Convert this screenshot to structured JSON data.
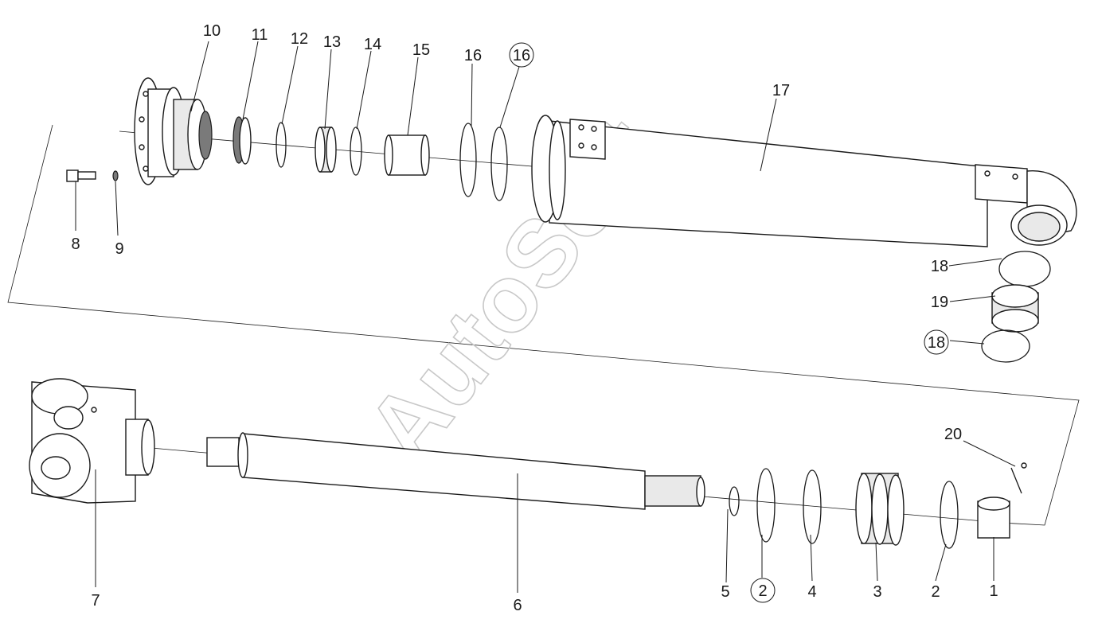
{
  "watermark": "AutoSoft",
  "callouts": [
    {
      "id": "c10",
      "text": "10",
      "circled": false
    },
    {
      "id": "c11",
      "text": "11",
      "circled": false
    },
    {
      "id": "c12",
      "text": "12",
      "circled": false
    },
    {
      "id": "c13",
      "text": "13",
      "circled": false
    },
    {
      "id": "c14",
      "text": "14",
      "circled": false
    },
    {
      "id": "c15",
      "text": "15",
      "circled": false
    },
    {
      "id": "c16a",
      "text": "16",
      "circled": false
    },
    {
      "id": "c16b",
      "text": "16",
      "circled": true
    },
    {
      "id": "c17",
      "text": "17",
      "circled": false
    },
    {
      "id": "c8",
      "text": "8",
      "circled": false
    },
    {
      "id": "c9",
      "text": "9",
      "circled": false
    },
    {
      "id": "c18a",
      "text": "18",
      "circled": false
    },
    {
      "id": "c19",
      "text": "19",
      "circled": false
    },
    {
      "id": "c18b",
      "text": "18",
      "circled": true
    },
    {
      "id": "c20",
      "text": "20",
      "circled": false
    },
    {
      "id": "c7",
      "text": "7",
      "circled": false
    },
    {
      "id": "c6",
      "text": "6",
      "circled": false
    },
    {
      "id": "c5",
      "text": "5",
      "circled": false
    },
    {
      "id": "c2a",
      "text": "2",
      "circled": true
    },
    {
      "id": "c4",
      "text": "4",
      "circled": false
    },
    {
      "id": "c3",
      "text": "3",
      "circled": false
    },
    {
      "id": "c2b",
      "text": "2",
      "circled": false
    },
    {
      "id": "c1",
      "text": "1",
      "circled": false
    }
  ]
}
